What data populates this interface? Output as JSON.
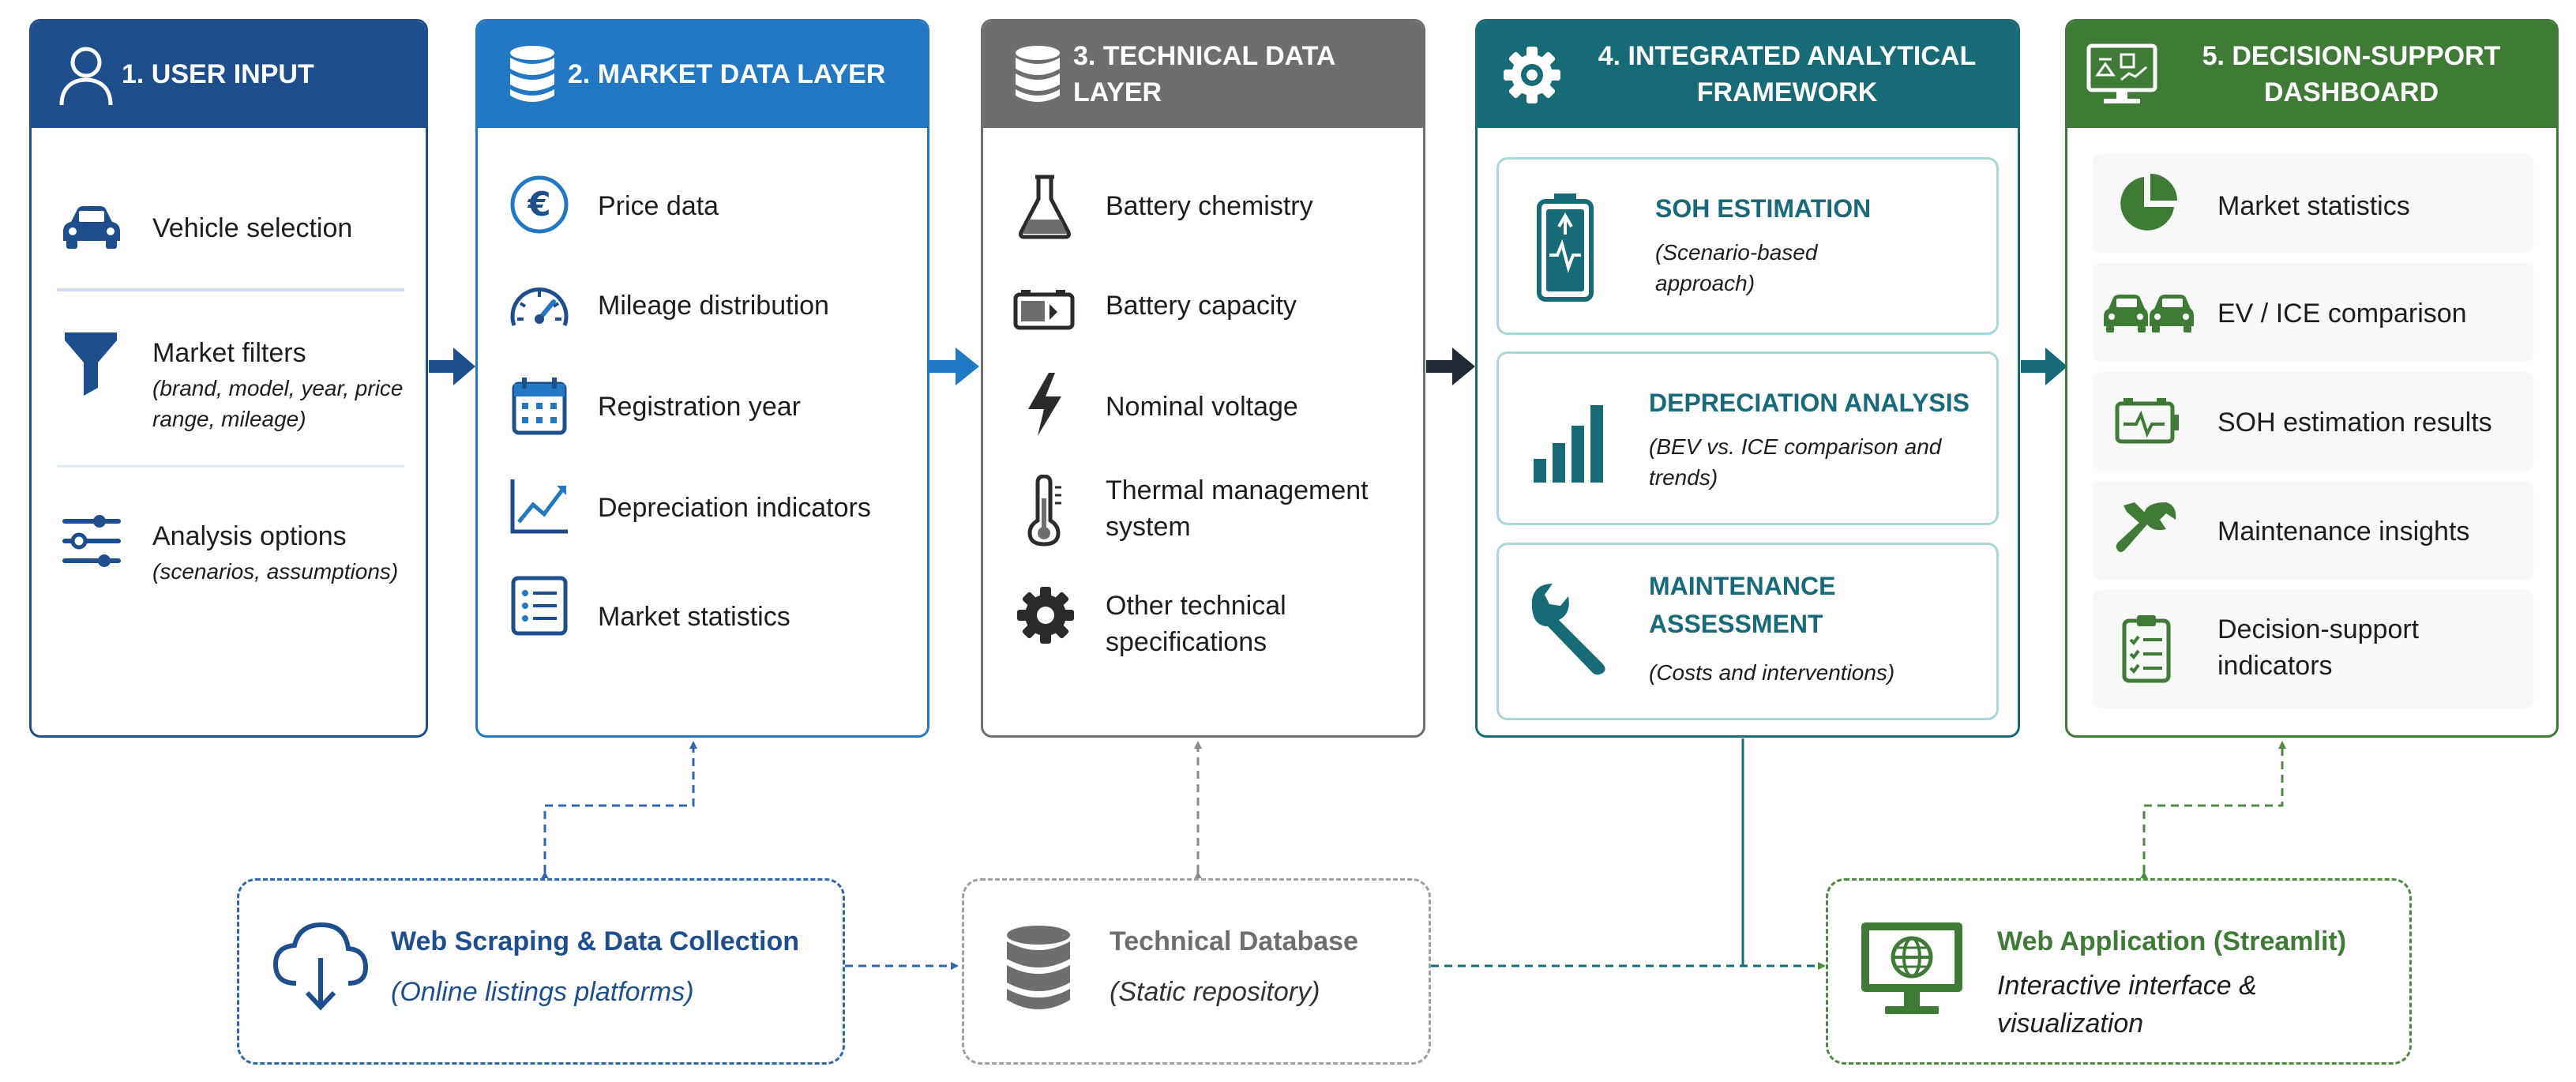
{
  "colors": {
    "user_input": "#1e4f8c",
    "market": "#2378c3",
    "technical": "#6e6e6e",
    "integrated": "#176b76",
    "dashboard": "#3f7a36"
  },
  "panels": [
    {
      "title": "1. USER INPUT",
      "icon": "user-icon",
      "items": [
        {
          "label": "Vehicle selection",
          "icon": "car-icon"
        },
        {
          "label": "Market filters",
          "sub": "(brand, model, year, price range, mileage)",
          "icon": "funnel-icon"
        },
        {
          "label": "Analysis options",
          "sub": "(scenarios, assumptions)",
          "icon": "sliders-icon"
        }
      ]
    },
    {
      "title": "2. MARKET DATA LAYER",
      "icon": "database-icon",
      "items": [
        {
          "label": "Price data",
          "icon": "euro-icon"
        },
        {
          "label": "Mileage distribution",
          "icon": "speedometer-icon"
        },
        {
          "label": "Registration year",
          "icon": "calendar-icon"
        },
        {
          "label": "Depreciation indicators",
          "icon": "line-chart-icon"
        },
        {
          "label": "Market statistics",
          "icon": "list-icon"
        }
      ]
    },
    {
      "title": "3. TECHNICAL DATA LAYER",
      "icon": "database-icon",
      "items": [
        {
          "label": "Battery chemistry",
          "icon": "flask-icon"
        },
        {
          "label": "Battery capacity",
          "icon": "battery-icon"
        },
        {
          "label": "Nominal voltage",
          "icon": "lightning-icon"
        },
        {
          "label": "Thermal management system",
          "icon": "thermometer-icon"
        },
        {
          "label": "Other technical specifications",
          "icon": "gear-icon"
        }
      ]
    },
    {
      "title": "4. INTEGRATED ANALYTICAL FRAMEWORK",
      "icon": "gear-icon",
      "cards": [
        {
          "title": "SOH ESTIMATION",
          "sub": "(Scenario-based approach)",
          "icon": "battery-health-icon"
        },
        {
          "title": "DEPRECIATION ANALYSIS",
          "sub": "(BEV vs. ICE comparison and trends)",
          "icon": "bar-chart-icon"
        },
        {
          "title": "MAINTENANCE ASSESSMENT",
          "sub": "(Costs and interventions)",
          "icon": "wrench-icon"
        }
      ]
    },
    {
      "title": "5. DECISION-SUPPORT DASHBOARD",
      "icon": "dashboard-monitor-icon",
      "items": [
        {
          "label": "Market statistics",
          "icon": "pie-chart-icon"
        },
        {
          "label": "EV / ICE comparison",
          "icon": "cars-icon"
        },
        {
          "label": "SOH estimation results",
          "icon": "battery-pulse-icon"
        },
        {
          "label": "Maintenance insights",
          "icon": "wrench-icon"
        },
        {
          "label": "Decision-support indicators",
          "icon": "clipboard-icon"
        }
      ]
    }
  ],
  "sources": [
    {
      "title": "Web Scraping & Data Collection",
      "sub": "(Online listings platforms)",
      "icon": "cloud-download-icon"
    },
    {
      "title": "Technical Database",
      "sub": "(Static repository)",
      "icon": "database-icon"
    },
    {
      "title": "Web Application (Streamlit)",
      "sub": "Interactive interface & visualization",
      "icon": "monitor-globe-icon"
    }
  ]
}
